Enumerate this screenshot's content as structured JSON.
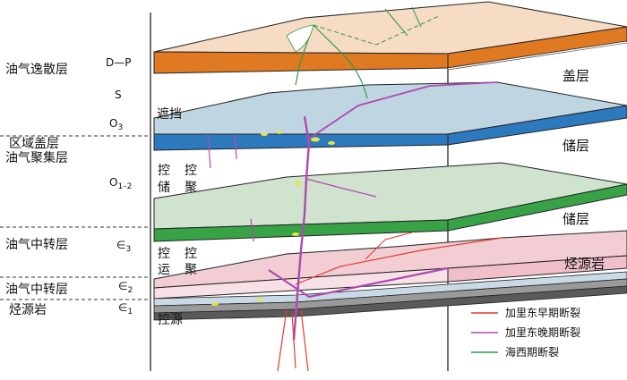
{
  "zones": {
    "dispersion": "油气逸散层",
    "regional_cap": "区域盖层",
    "accumulation": "油气聚集层",
    "transfer_upper": "油气中转层",
    "transfer_lower": "油气中转层",
    "source": "烃源岩"
  },
  "strata": {
    "dp": "D—P",
    "s": "S",
    "o3": "O",
    "o3_sub": "3",
    "o12": "O",
    "o12_sub": "1–2",
    "c3": "∈",
    "c3_sub": "3",
    "c2": "∈",
    "c2_sub": "2",
    "c1": "∈",
    "c1_sub": "1"
  },
  "right_labels": {
    "cap": "盖层",
    "reservoir_upper": "储层",
    "reservoir_lower": "储层",
    "source_rock": "烃源岩"
  },
  "fault_roles": {
    "block": "遮挡",
    "control_storage_1": "控",
    "control_storage_2": "储",
    "control_accum_1": "控",
    "control_accum_2": "聚",
    "control_transport_1": "控",
    "control_transport_2": "运",
    "control_accum_3": "控",
    "control_accum_4": "聚",
    "control_source": "控源"
  },
  "legend": [
    {
      "label": "加里东早期断裂",
      "color": "#e23b2e"
    },
    {
      "label": "加里东晚期断裂",
      "color": "#b04ab0"
    },
    {
      "label": "海西期断裂",
      "color": "#2e9a4a"
    }
  ],
  "colors": {
    "cap_top": "#f6dcc4",
    "cap_band": "#e07a22",
    "reservoir_top": "#bfd5e2",
    "reservoir_band": "#2d79be",
    "mid_reservoir_top": "#cfe3cf",
    "mid_reservoir_band": "#38a247",
    "pink_top": "#f2cdd4",
    "pink_band": "#f0bfc9"
  }
}
